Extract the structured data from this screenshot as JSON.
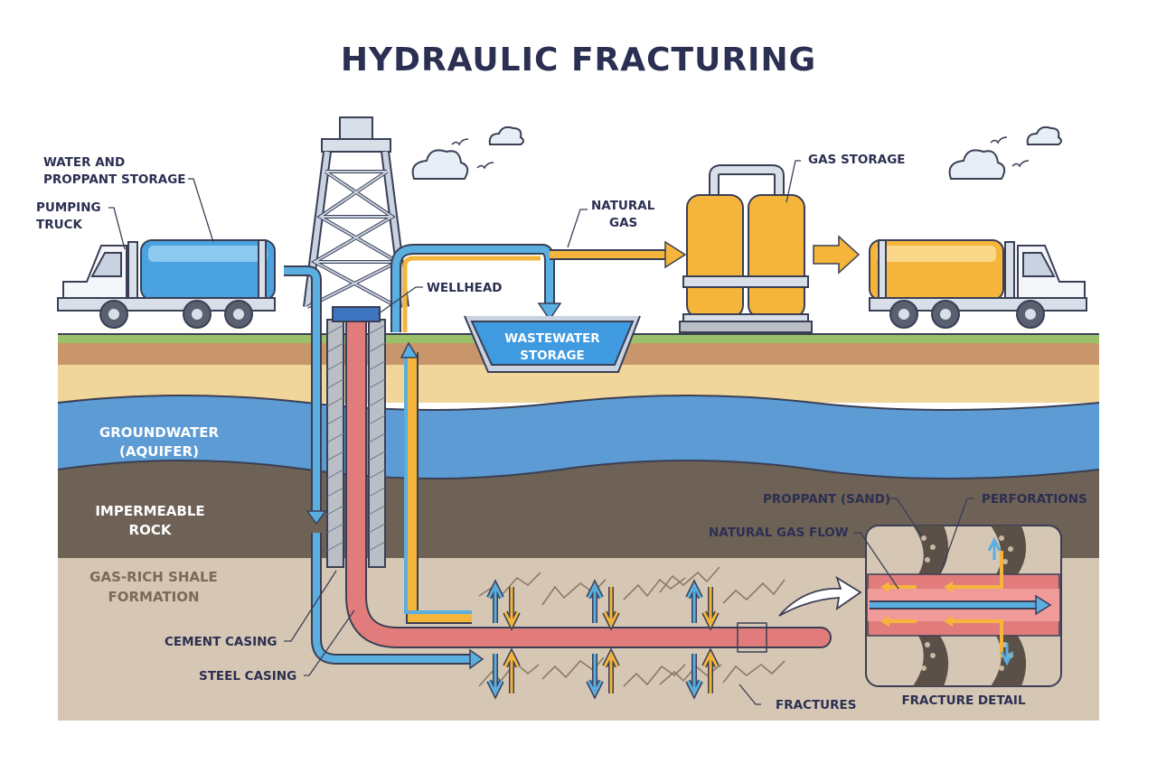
{
  "title": "HYDRAULIC FRACTURING",
  "colors": {
    "water": "#5aaee0",
    "gas": "#f5b53a",
    "steel_pipe": "#e27c7c",
    "aquifer": "#5c9bd4",
    "impermeable_rock": "#6e6156",
    "shale": "#d6c7b4",
    "outline": "#3a3f55"
  },
  "labels": {
    "water_proppant_line1": "WATER AND",
    "water_proppant_line2": "PROPPANT STORAGE",
    "pumping_truck_line1": "PUMPING",
    "pumping_truck_line2": "TRUCK",
    "natural_gas_line1": "NATURAL",
    "natural_gas_line2": "GAS",
    "gas_storage": "GAS STORAGE",
    "wellhead": "WELLHEAD",
    "wastewater_line1": "WASTEWATER",
    "wastewater_line2": "STORAGE",
    "groundwater_line1": "GROUNDWATER",
    "groundwater_line2": "(AQUIFER)",
    "impermeable_line1": "IMPERMEABLE",
    "impermeable_line2": "ROCK",
    "shale_line1": "GAS-RICH SHALE",
    "shale_line2": "FORMATION",
    "cement_casing": "CEMENT CASING",
    "steel_casing": "STEEL CASING",
    "fractures": "FRACTURES",
    "fracture_detail": "FRACTURE DETAIL",
    "proppant_sand": "PROPPANT (SAND)",
    "perforations": "PERFORATIONS",
    "natural_gas_flow": "NATURAL GAS FLOW"
  },
  "icons": [
    "cloud-icon",
    "bird-icon",
    "arrow-icon",
    "truck-icon",
    "tank-icon",
    "drilling-rig-icon"
  ]
}
